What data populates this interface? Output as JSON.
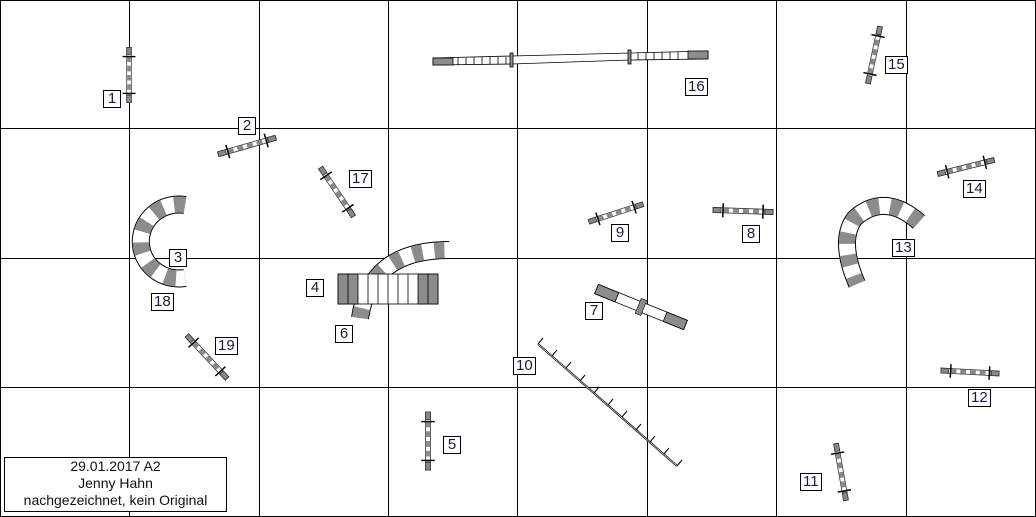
{
  "labels": {
    "l1": "1",
    "l2": "2",
    "l3": "3",
    "l4": "4",
    "l5": "5",
    "l6": "6",
    "l7": "7",
    "l8": "8",
    "l9": "9",
    "l10": "10",
    "l11": "11",
    "l12": "12",
    "l13": "13",
    "l14": "14",
    "l15": "15",
    "l16": "16",
    "l17": "17",
    "l18": "18",
    "l19": "19"
  },
  "info": {
    "date_class": "29.01.2017 A2",
    "author": "Jenny Hahn",
    "note": "nachgezeichnet, kein Original"
  },
  "colors": {
    "grid": "#000000",
    "obstacle_gray": "#8c8c8c"
  }
}
